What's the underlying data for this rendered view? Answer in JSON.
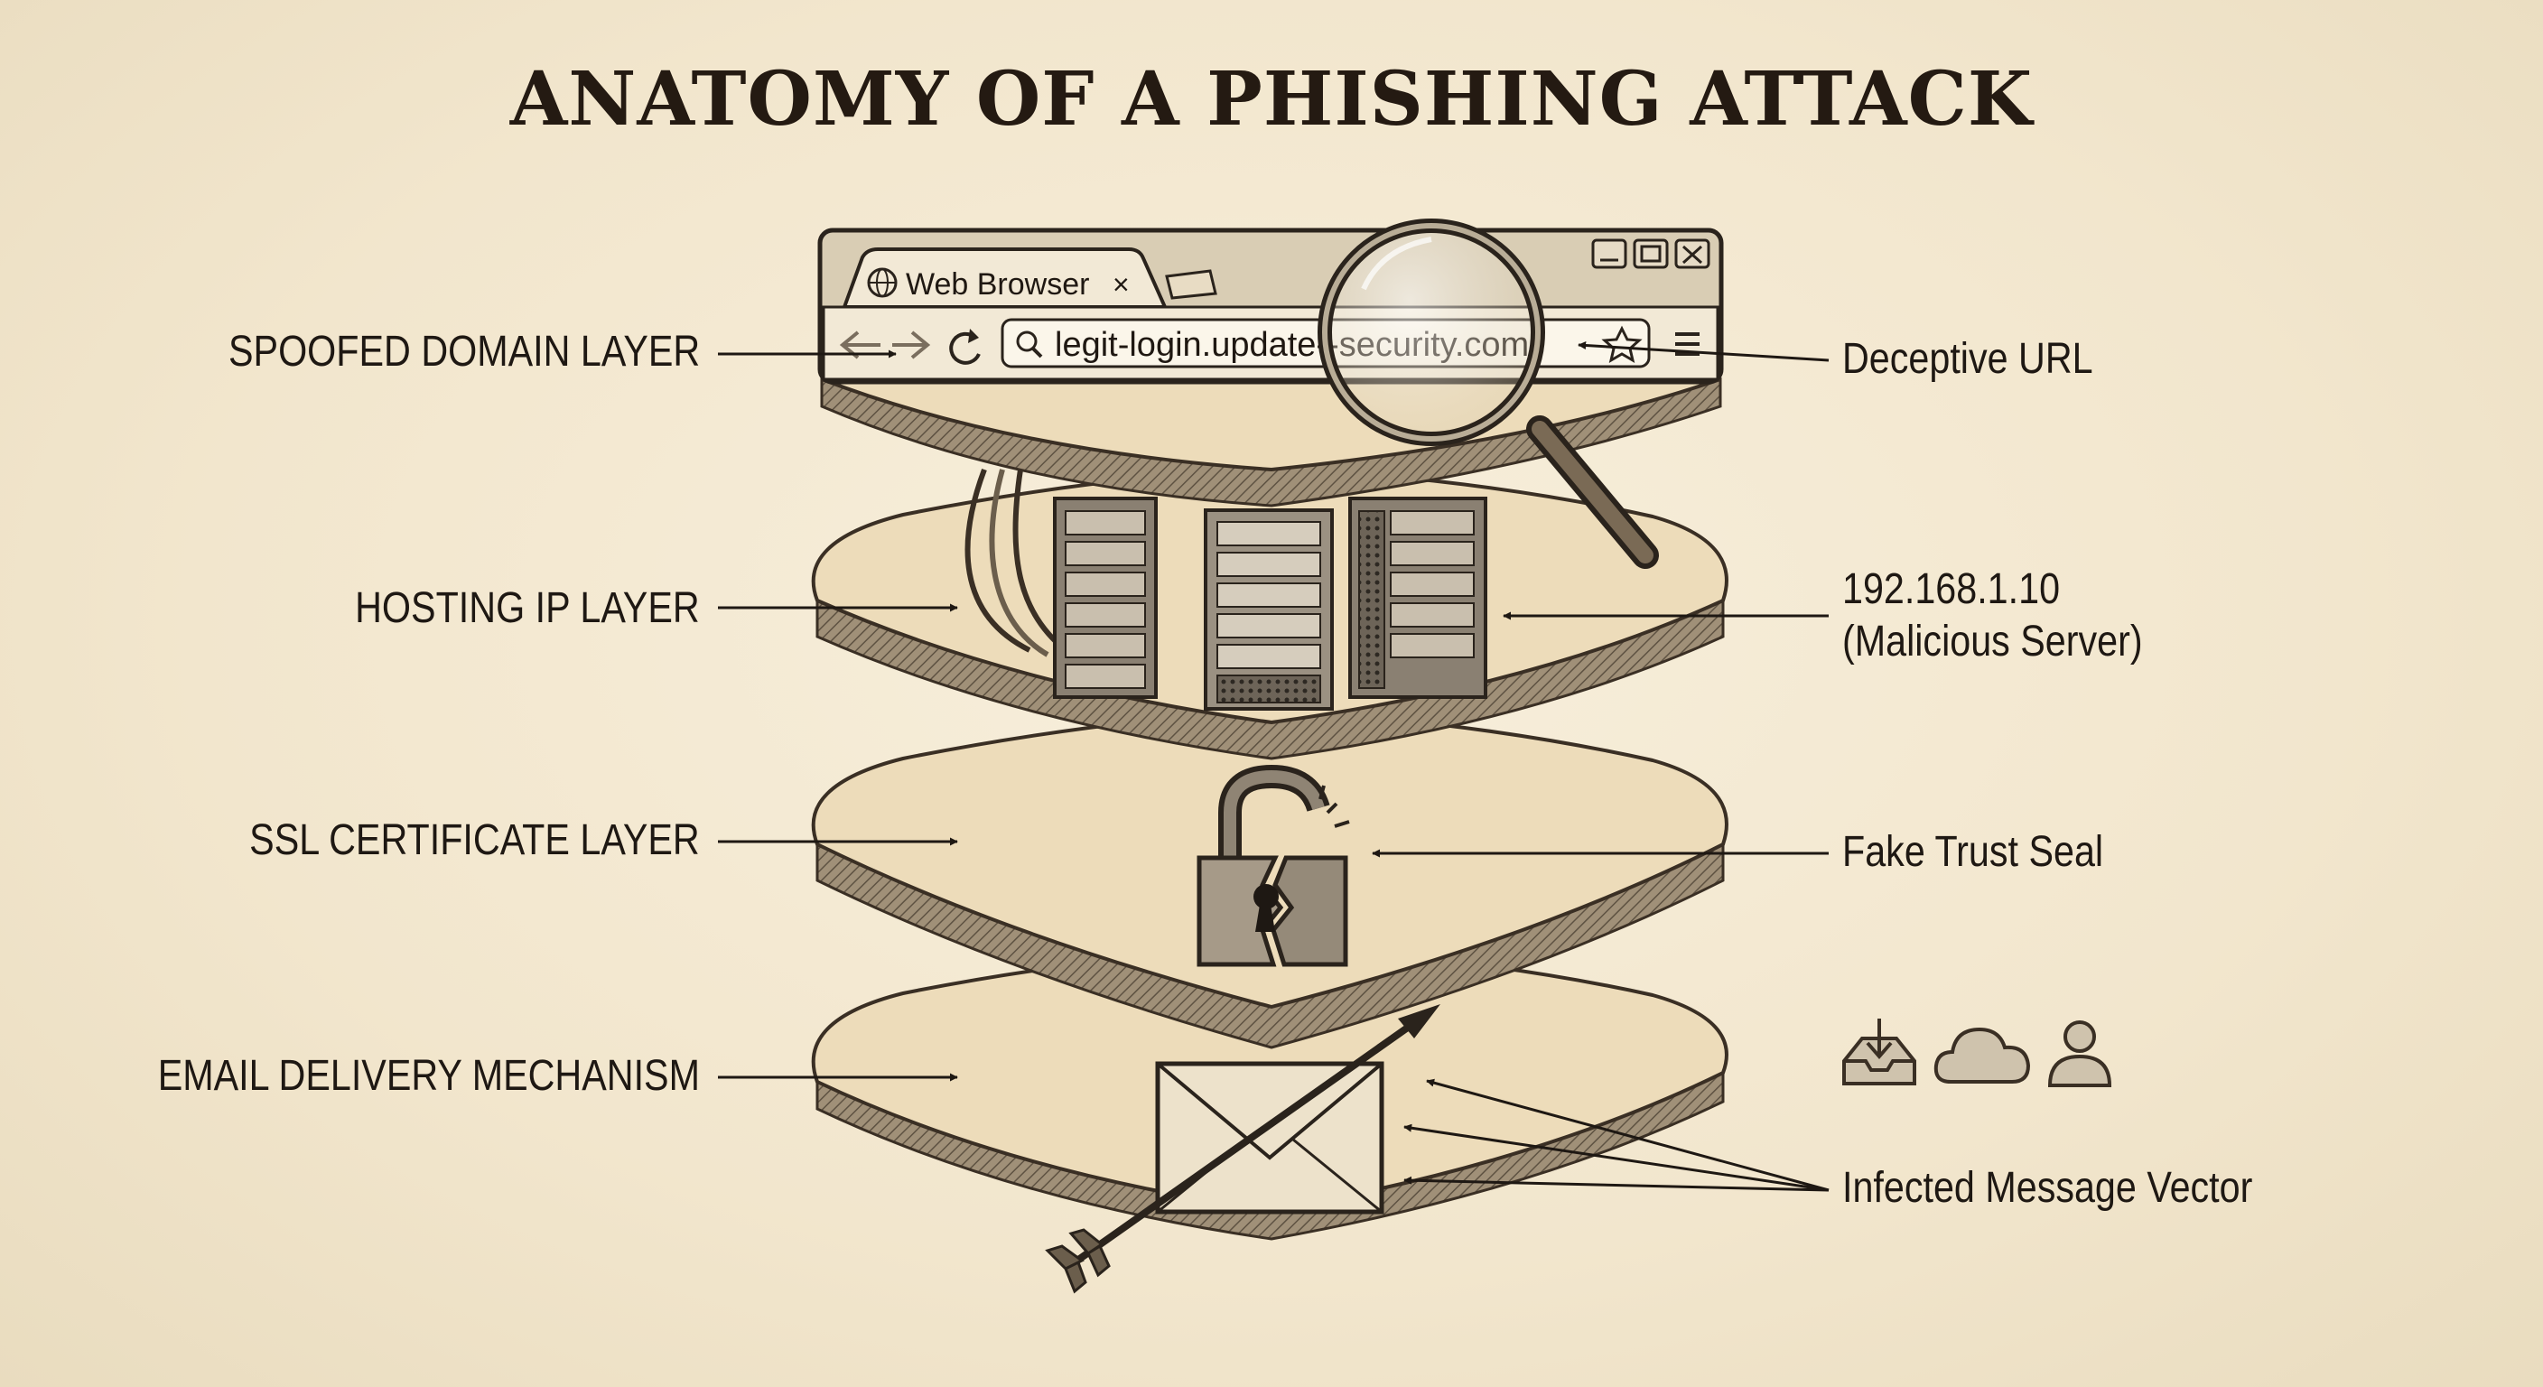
{
  "title": "ANATOMY OF A PHISHING ATTACK",
  "layers": [
    {
      "label": "SPOOFED DOMAIN LAYER",
      "annotation": "Deceptive URL"
    },
    {
      "label": "HOSTING IP LAYER",
      "annotation_line1": "192.168.1.10",
      "annotation_line2": "(Malicious Server)"
    },
    {
      "label": "SSL CERTIFICATE LAYER",
      "annotation": "Fake Trust Seal"
    },
    {
      "label": "EMAIL DELIVERY MECHANISM",
      "annotation": "Infected Message Vector"
    }
  ],
  "browser": {
    "tab_label": "Web Browser",
    "tab_close": "×",
    "url": "legit-login.update--security.com"
  },
  "icons": [
    "globe-icon",
    "back-arrow-icon",
    "forward-arrow-icon",
    "refresh-icon",
    "search-icon",
    "star-icon",
    "menu-icon",
    "minimize-icon",
    "maximize-icon",
    "close-icon",
    "magnifying-glass-icon",
    "server-rack-icon",
    "broken-padlock-icon",
    "envelope-icon",
    "arrow-icon",
    "inbox-download-icon",
    "cloud-icon",
    "user-icon"
  ],
  "colors": {
    "background": "#f4ead3",
    "ink": "#241a12",
    "layer_fill": "#efe1c1",
    "layer_edge": "#8a7a64"
  }
}
